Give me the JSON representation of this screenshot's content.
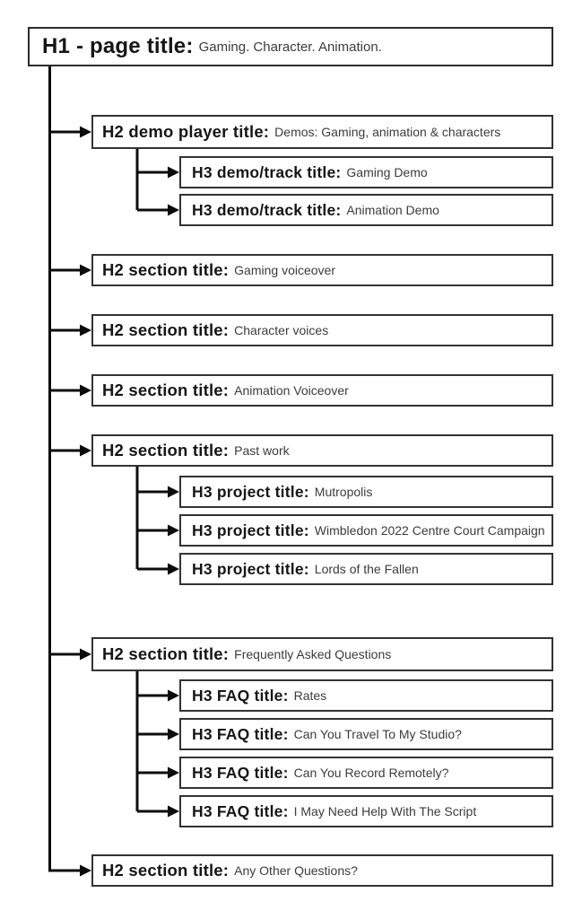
{
  "diagram": {
    "kind": "heading-structure-tree",
    "colors": {
      "background": "#ffffff",
      "box_border": "#333333",
      "connector_line": "#0c0c0c",
      "label_text": "#161616",
      "value_text": "#3c3c3c"
    }
  },
  "rows": [
    {
      "level": "H1",
      "label": "H1 - page title:",
      "value": "Gaming. Character. Animation."
    },
    {
      "level": "H2",
      "label": "H2 demo player title:",
      "value": "Demos: Gaming, animation & characters"
    },
    {
      "level": "H3",
      "label": "H3 demo/track title:",
      "value": "Gaming Demo"
    },
    {
      "level": "H3",
      "label": "H3 demo/track title:",
      "value": "Animation Demo"
    },
    {
      "level": "H2",
      "label": "H2 section title:",
      "value": "Gaming voiceover"
    },
    {
      "level": "H2",
      "label": "H2 section title:",
      "value": "Character voices"
    },
    {
      "level": "H2",
      "label": "H2 section title:",
      "value": "Animation Voiceover"
    },
    {
      "level": "H2",
      "label": "H2 section title:",
      "value": "Past work"
    },
    {
      "level": "H3",
      "label": "H3 project title:",
      "value": "Mutropolis"
    },
    {
      "level": "H3",
      "label": "H3 project title:",
      "value": "Wimbledon 2022 Centre Court Campaign"
    },
    {
      "level": "H3",
      "label": "H3 project title:",
      "value": "Lords of the Fallen"
    },
    {
      "level": "H2",
      "label": "H2 section title:",
      "value": "Frequently Asked Questions"
    },
    {
      "level": "H3",
      "label": "H3 FAQ title:",
      "value": "Rates"
    },
    {
      "level": "H3",
      "label": "H3 FAQ title:",
      "value": "Can You Travel To My Studio?"
    },
    {
      "level": "H3",
      "label": "H3 FAQ title:",
      "value": "Can You Record Remotely?"
    },
    {
      "level": "H3",
      "label": "H3 FAQ title:",
      "value": "I May Need Help With The Script"
    },
    {
      "level": "H2",
      "label": "H2 section title:",
      "value": "Any Other Questions?"
    }
  ]
}
